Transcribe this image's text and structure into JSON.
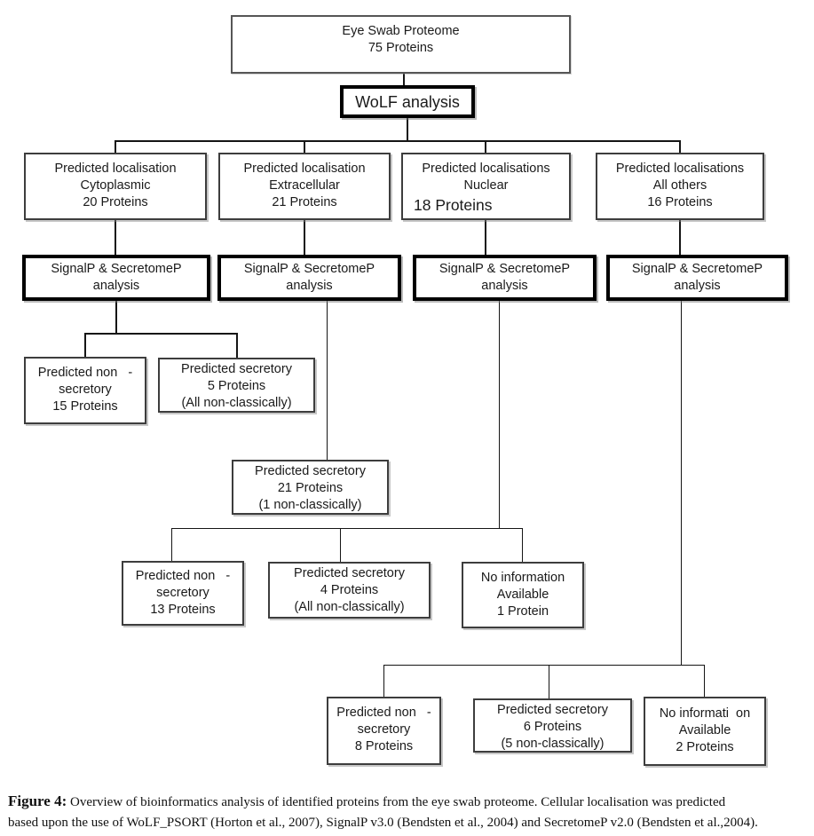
{
  "figure": {
    "root": {
      "line1": "Eye Swab Proteome",
      "line2": "75 Proteins"
    },
    "wolf": {
      "label": "WoLF analysis"
    },
    "localisation": [
      {
        "lines": [
          "Predicted localisation",
          "Cytoplasmic",
          "20 Proteins"
        ]
      },
      {
        "lines": [
          "Predicted localisation",
          "Extracellular",
          "21 Proteins"
        ]
      },
      {
        "lines": [
          "Predicted localisations",
          "Nuclear",
          "18 Proteins"
        ]
      },
      {
        "lines": [
          "Predicted localisations",
          "All others",
          "16 Proteins"
        ]
      }
    ],
    "signalp": {
      "line1": "SignalP & SecretomeP",
      "line2": "analysis"
    },
    "outcomes": {
      "cyto_nonsec": {
        "lines": [
          "Predicted non   -",
          "secretory",
          "15 Proteins"
        ]
      },
      "cyto_sec": {
        "lines": [
          "Predicted secretory",
          "5 Proteins",
          "(All non-classically)"
        ]
      },
      "extra_sec": {
        "lines": [
          "Predicted secretory",
          "21 Proteins",
          "(1 non-classically)"
        ]
      },
      "nuc_nonsec": {
        "lines": [
          "Predicted non   -",
          "secretory",
          "13 Proteins"
        ]
      },
      "nuc_sec": {
        "lines": [
          "Predicted secretory",
          "4 Proteins",
          "(All non-classically)"
        ]
      },
      "nuc_noinfo": {
        "lines": [
          "No information",
          "Available",
          "1 Protein"
        ]
      },
      "other_nonsec": {
        "lines": [
          "Predicted non   -",
          "secretory",
          "8 Proteins"
        ]
      },
      "other_sec": {
        "lines": [
          "Predicted secretory",
          "6 Proteins",
          "(5 non-classically)"
        ]
      },
      "other_noinfo": {
        "lines": [
          "No informati  on",
          "Available",
          "2 Proteins"
        ]
      }
    },
    "caption": {
      "label": "Figure 4:",
      "line1": "Overview of bioinformatics analysis of identified proteins from the eye swab proteome. Cellular localisation was predicted",
      "line2": "based upon the use of WoLF_PSORT (Horton et al., 2007), SignalP v3.0 (Bendsten et al., 2004) and SecretomeP v2.0 (Bendsten et al.,2004)."
    },
    "colors": {
      "border_thin": "#3d3d3d",
      "border_thick": "#000000",
      "text": "#1a1a1a",
      "background": "#ffffff"
    }
  }
}
